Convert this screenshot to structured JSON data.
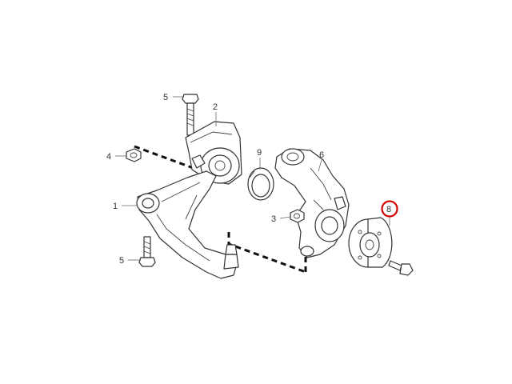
{
  "callouts": {
    "c1": "1",
    "c2": "2",
    "c3": "3",
    "c4": "4",
    "c5_top": "5",
    "c5_bottom": "5",
    "c6": "6",
    "c8": "8",
    "c9": "9"
  },
  "colors": {
    "line": "#333333",
    "highlight": "#d00000",
    "background": "#ffffff"
  }
}
